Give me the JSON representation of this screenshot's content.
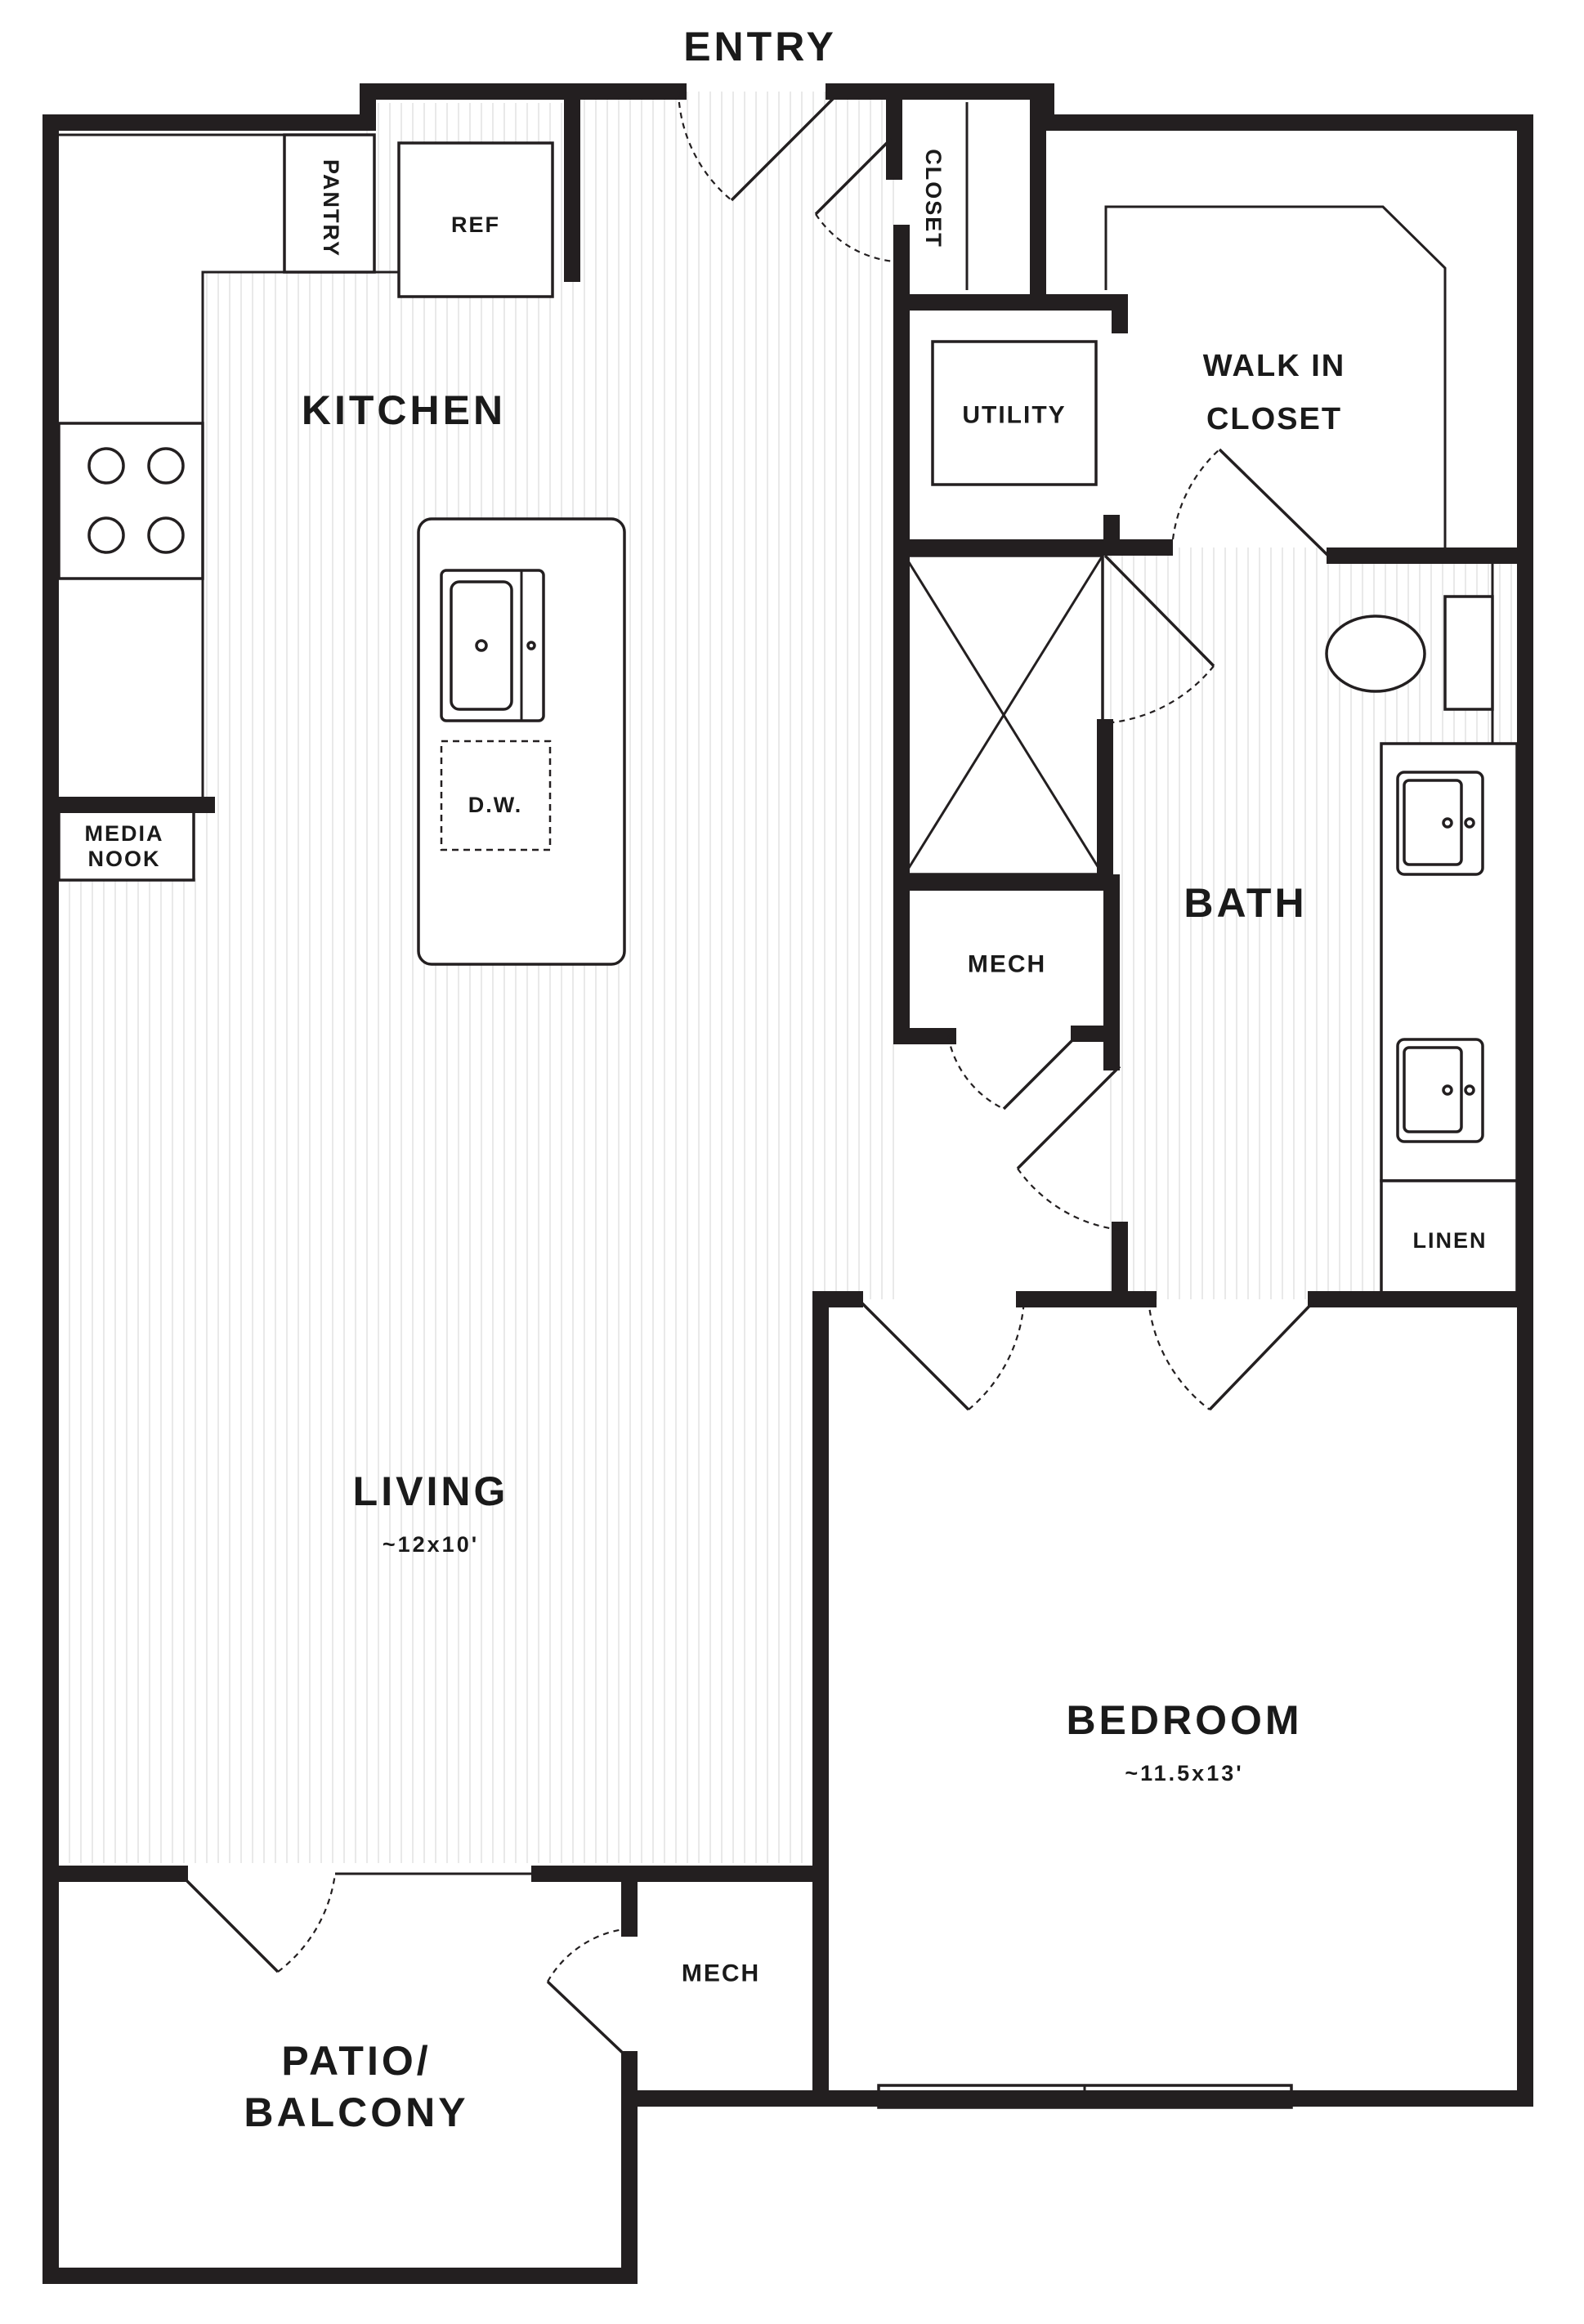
{
  "plan": {
    "entry": "ENTRY",
    "rooms": {
      "kitchen": "KITCHEN",
      "living": "LIVING",
      "living_dim": "~12x10'",
      "bedroom": "BEDROOM",
      "bedroom_dim": "~11.5x13'",
      "bath": "BATH",
      "walk_in_line1": "WALK IN",
      "walk_in_line2": "CLOSET",
      "patio_line1": "PATIO/",
      "patio_line2": "BALCONY"
    },
    "fixtures": {
      "pantry": "PANTRY",
      "ref": "REF",
      "closet": "CLOSET",
      "utility": "UTILITY",
      "dishwasher": "D.W.",
      "media_line1": "MEDIA",
      "media_line2": "NOOK",
      "mech_bath": "MECH",
      "mech_patio": "MECH",
      "linen": "LINEN"
    },
    "colors": {
      "wall": "#231f20",
      "floor_stripe": "#e9e9e9",
      "background": "#ffffff"
    }
  }
}
